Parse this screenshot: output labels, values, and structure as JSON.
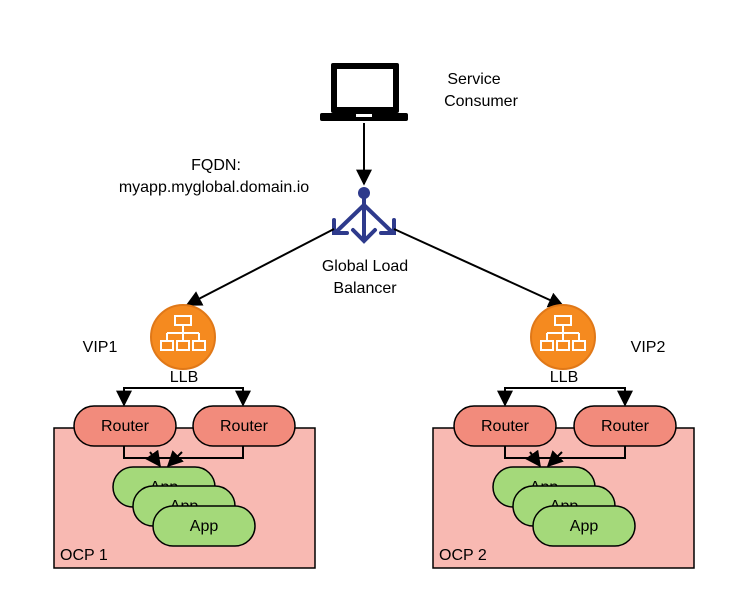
{
  "consumer": {
    "line1": "Service",
    "line2": "Consumer",
    "icon": "laptop-icon"
  },
  "fqdn": {
    "line1": "FQDN:",
    "line2": "myapp.myglobal.domain.io"
  },
  "glb": {
    "line1": "Global Load",
    "line2": "Balancer",
    "icon": "load-balancer-icon"
  },
  "left_site": {
    "vip": "VIP1",
    "llb": "LLB",
    "routers": [
      "Router",
      "Router"
    ],
    "apps": [
      "App",
      "App",
      "App"
    ],
    "cluster": "OCP 1"
  },
  "right_site": {
    "vip": "VIP2",
    "llb": "LLB",
    "routers": [
      "Router",
      "Router"
    ],
    "apps": [
      "App",
      "App",
      "App"
    ],
    "cluster": "OCP 2"
  },
  "colors": {
    "cluster_fill": "#f8b9b2",
    "router_fill": "#f28b7c",
    "app_fill": "#a4d97a",
    "glb_icon": "#2e3a8c",
    "llb_icon": "#f58a1f"
  }
}
